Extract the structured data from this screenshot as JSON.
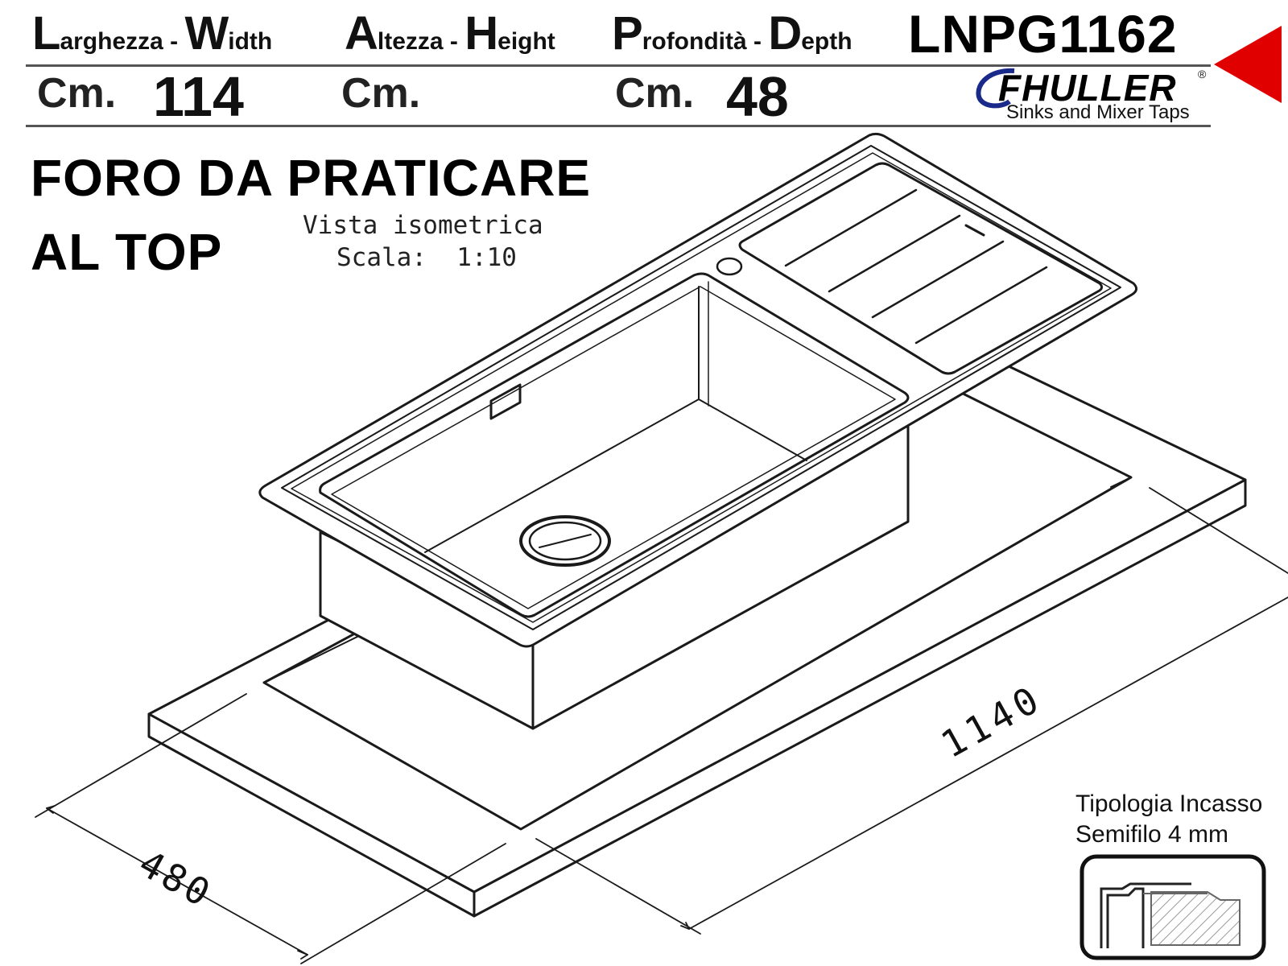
{
  "header": {
    "width_label": {
      "big": "L",
      "rest": "arghezza - ",
      "big2": "W",
      "rest2": "idth"
    },
    "height_label": {
      "big": "A",
      "rest": "ltezza - ",
      "big2": "H",
      "rest2": "eight"
    },
    "depth_label": {
      "big": "P",
      "rest": "rofondità - ",
      "big2": "D",
      "rest2": "epth"
    },
    "model_code": "LNPG1162",
    "width_unit": "Cm.",
    "width_value": "114",
    "height_unit": "Cm.",
    "height_value": "",
    "depth_unit": "Cm.",
    "depth_value": "48"
  },
  "brand": {
    "name": "FHULLER",
    "registered": "®",
    "tagline": "Sinks and Mixer Taps"
  },
  "title": {
    "line1": "FORO DA PRATICARE",
    "line2": "AL TOP"
  },
  "view": {
    "line1": "Vista isometrica",
    "line2": "Scala:  1:10"
  },
  "dimensions": {
    "length": "1140",
    "depth": "480"
  },
  "install_type": {
    "line1": "Tipologia Incasso",
    "line2": "Semifilo 4 mm"
  },
  "colors": {
    "arrow": "#e00000",
    "line": "#1a1a1a"
  },
  "icons": [
    "red-arrow-icon",
    "fhuller-swoosh-icon",
    "install-profile-icon"
  ]
}
